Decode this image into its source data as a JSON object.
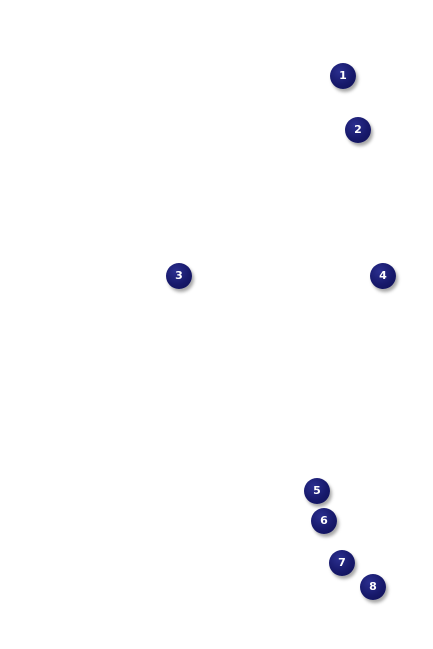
{
  "markers": [
    {
      "label": "1"
    },
    {
      "label": "2"
    },
    {
      "label": "3"
    },
    {
      "label": "4"
    },
    {
      "label": "5"
    },
    {
      "label": "6"
    },
    {
      "label": "7"
    },
    {
      "label": "8"
    }
  ],
  "colors": {
    "background": "#ffffff",
    "marker_fill": "#17196b",
    "marker_text": "#ffffff"
  }
}
